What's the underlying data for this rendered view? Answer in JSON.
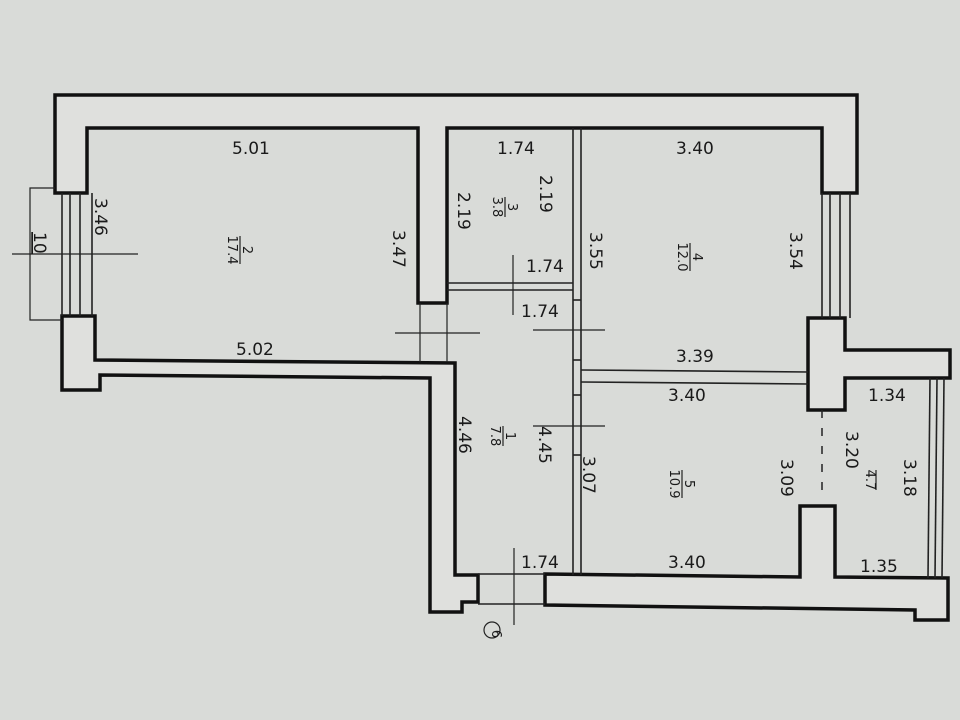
{
  "rooms": [
    {
      "number": "1",
      "area": "7.8"
    },
    {
      "number": "2",
      "area": "17.4"
    },
    {
      "number": "3",
      "area": "3.8"
    },
    {
      "number": "4",
      "area": "12.0"
    },
    {
      "number": "5",
      "area": "10.9"
    },
    {
      "number": "",
      "area": "4.7"
    }
  ],
  "dimensions": {
    "room2_top": "5.01",
    "room2_bottom": "5.02",
    "room2_left": "3.46",
    "room2_right": "3.47",
    "room3_top": "1.74",
    "room3_left": "2.19",
    "room3_right": "2.19",
    "room3_bottom": "1.74",
    "room4_top": "3.40",
    "room4_left": "3.55",
    "room4_right": "3.54",
    "room4_bottom": "3.39",
    "corridor_top": "1.74",
    "corridor_left": "4.46",
    "corridor_right": "4.45",
    "corridor_bottom": "1.74",
    "room5_top": "3.40",
    "room5_left": "3.07",
    "room5_right": "3.09",
    "room5_bottom": "3.40",
    "balcony_top": "1.34",
    "balcony_left": "3.20",
    "balcony_right": "3.18",
    "balcony_bottom": "1.35",
    "window_width": "10"
  },
  "axis_marker": "6"
}
